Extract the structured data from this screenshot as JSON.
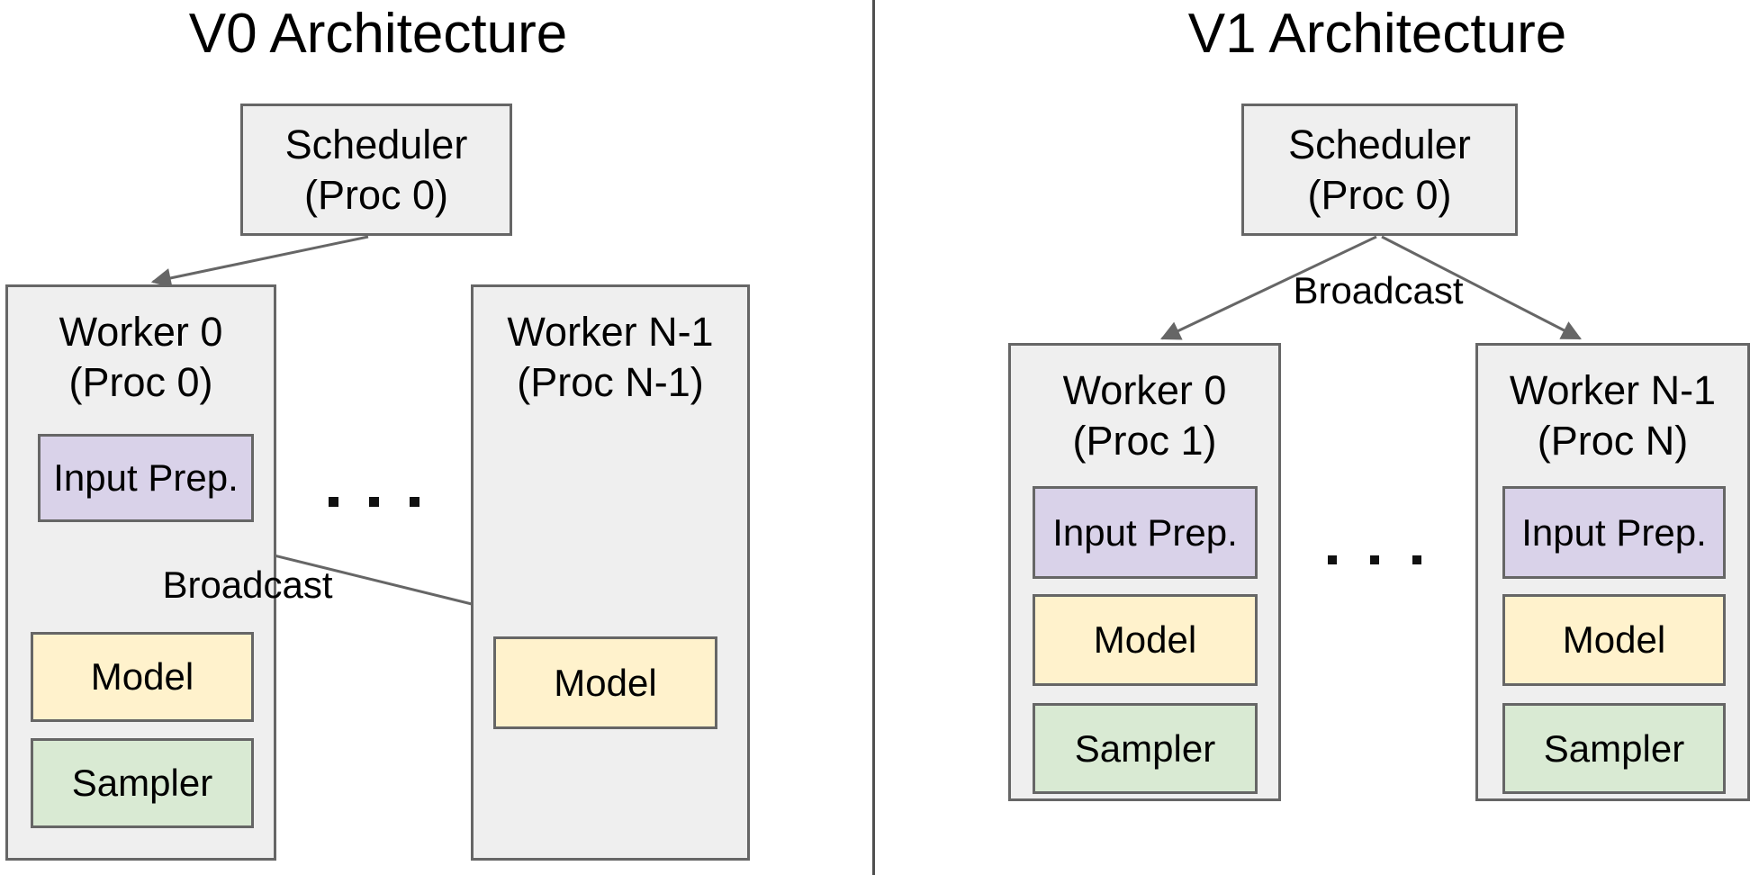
{
  "v0": {
    "title": "V0 Architecture",
    "scheduler": {
      "name": "Scheduler",
      "proc": "(Proc 0)"
    },
    "broadcast_label": "Broadcast",
    "ellipsis": ". . .",
    "worker0": {
      "name": "Worker 0",
      "proc": "(Proc 0)",
      "input_prep": "Input Prep.",
      "model": "Model",
      "sampler": "Sampler"
    },
    "workerN": {
      "name": "Worker N-1",
      "proc": "(Proc N-1)",
      "model": "Model"
    }
  },
  "v1": {
    "title": "V1 Architecture",
    "scheduler": {
      "name": "Scheduler",
      "proc": "(Proc 0)"
    },
    "broadcast_label": "Broadcast",
    "ellipsis": ". . .",
    "worker0": {
      "name": "Worker 0",
      "proc": "(Proc 1)",
      "input_prep": "Input Prep.",
      "model": "Model",
      "sampler": "Sampler"
    },
    "workerN": {
      "name": "Worker N-1",
      "proc": "(Proc N)",
      "input_prep": "Input Prep.",
      "model": "Model",
      "sampler": "Sampler"
    }
  },
  "colors": {
    "background": "#ffffff",
    "box_fill_gray": "#efefef",
    "input_prep_fill": "#d9d2e9",
    "model_fill": "#fff2cc",
    "sampler_fill": "#d9ead3",
    "box_border": "#666666",
    "arrow": "#666666",
    "divider": "#4f4f4f",
    "text": "#000000"
  }
}
